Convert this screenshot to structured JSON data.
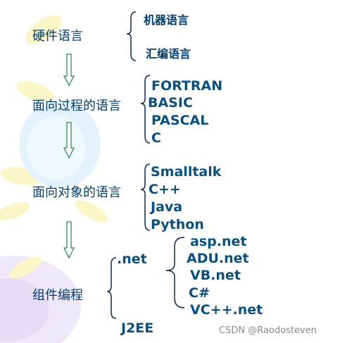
{
  "diagram": {
    "stages": [
      {
        "label": "硬件语言",
        "items": [
          "机器语言",
          "汇编语言"
        ]
      },
      {
        "label": "面向过程的语言",
        "items": [
          "FORTRAN",
          "BASIC",
          "PASCAL",
          "C"
        ]
      },
      {
        "label": "面向对象的语言",
        "items": [
          "Smalltalk",
          "C++",
          "Java",
          "Python"
        ]
      },
      {
        "label": "组件编程",
        "groups": [
          {
            "label": ".net",
            "items": [
              "asp.net",
              "ADU.net",
              "VB.net",
              "C#",
              "VC++.net"
            ]
          },
          {
            "label": "J2EE"
          }
        ]
      }
    ]
  },
  "watermark": "CSDN @Raodosteven",
  "colors": {
    "text": "#003d6b",
    "arrow": "#2b8a5a",
    "bracket": "#0b2a4a"
  }
}
